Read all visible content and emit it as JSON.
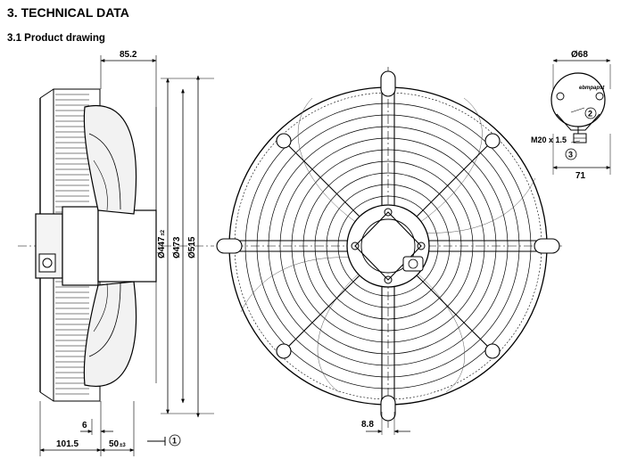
{
  "section_title": "3. TECHNICAL DATA",
  "subsection_title": "3.1 Product drawing",
  "dimensions": {
    "top_offset": "85.2",
    "inner_diameter": "Ø447",
    "inner_diameter_tol": "±2",
    "outer_ring_diameter": "Ø473",
    "overall_diameter": "Ø515",
    "depth_rear": "101.5",
    "depth_front": "50",
    "depth_front_tol": "±3",
    "flange": "6",
    "spoke_width": "8.8",
    "box_diameter": "Ø68",
    "cable_gland": "M20 x 1.5",
    "box_offset": "71"
  },
  "callouts": {
    "c1": "1",
    "c2": "2",
    "c3": "3"
  },
  "brand_label": "ebmpapst"
}
